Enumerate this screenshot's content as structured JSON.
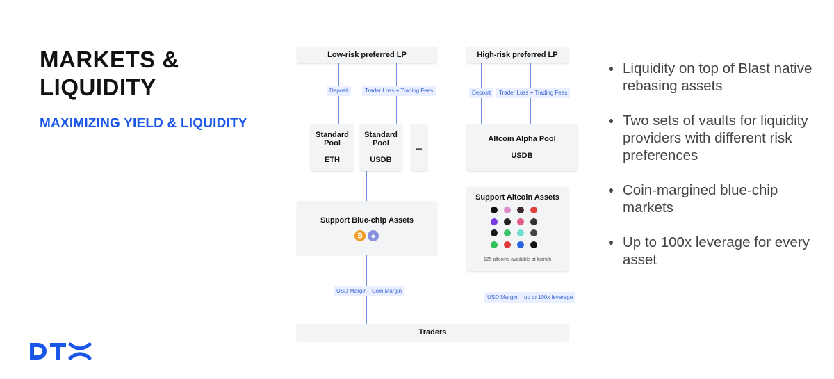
{
  "title": "MARKETS & LIQUIDITY",
  "subtitle": "MAXIMIZING YIELD & LIQUIDITY",
  "logo": "DTX",
  "diagram": {
    "low_risk_lp": "Low-risk preferred LP",
    "high_risk_lp": "High-risk preferred LP",
    "deposit": "Deposit",
    "trader_loss_fees": "Trader Loss + Trading Fees",
    "standard_pool": "Standard Pool",
    "eth": "ETH",
    "usdb": "USDB",
    "ellipsis": "...",
    "altcoin_alpha_pool": "Altcoin Alpha Pool",
    "support_bluechip": "Support Blue-chip Assets",
    "support_altcoin": "Support Altcoin Assets",
    "altcoins_note": "125 altcoins available at luanch",
    "usd_margin": "USD Margin",
    "coin_margin": "Coin Margin",
    "leverage_tag": "up to 100x leverage",
    "traders": "Traders",
    "btc_symbol": "₿",
    "eth_symbol": "◆"
  },
  "bullets": [
    "Liquidity on top of Blast native rebasing assets",
    "Two sets of vaults for liquidity providers with different risk preferences",
    "Coin-margined blue-chip markets",
    "Up to 100x leverage for every asset"
  ],
  "colors": {
    "accent": "#1a56e8",
    "tag_bg": "#e9efff",
    "tag_text": "#3b66d6",
    "line": "#6d8fe4",
    "btc": "#f29a22",
    "eth": "#8a92e0"
  }
}
